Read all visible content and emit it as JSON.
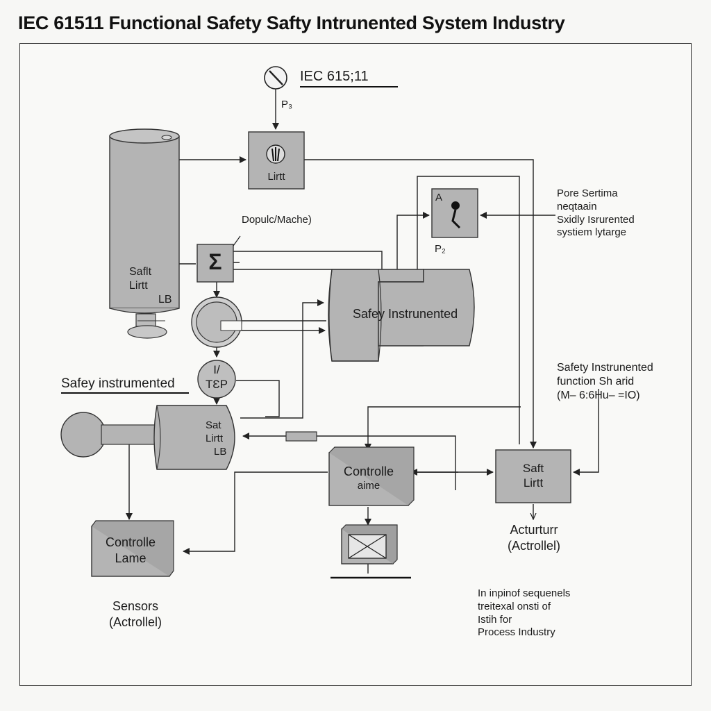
{
  "title": "IEC 61511 Functional Safety Safty Intrunented System Industry",
  "colors": {
    "block_fill": "#b4b4b4",
    "block_stroke": "#333333",
    "line": "#222222",
    "background": "#f9f9f7"
  },
  "labels": {
    "iec_header": "IEC 615;11",
    "p_top": "P₃",
    "top_unit": "Lirtt",
    "p_right": "P₂",
    "doublc_note": "Dopulc/Mache)",
    "vessel_top": {
      "line1": "Saflt",
      "line2": "Lirtt",
      "line3": "LB"
    },
    "safety_instrumented_center": "Safey Instrunented",
    "tep": {
      "line1": "I/",
      "line2": "TƐP"
    },
    "safey_instrumented_left": "Safey instrumented",
    "vessel_bottom": {
      "line1": "Sat",
      "line2": "Lirtt",
      "line3": "LB"
    },
    "controlle_center": {
      "line1": "Controlle",
      "line2": "aime"
    },
    "safe_unit_right": {
      "line1": "Saft",
      "line2": "Lirtt"
    },
    "controlle_left": {
      "line1": "Controlle",
      "line2": "Lame"
    },
    "sensors": {
      "line1": "Sensors",
      "line2": "(Actrollel)"
    },
    "actuator": {
      "line1": "Acturturr",
      "line2": "(Actrollel)"
    },
    "note_top_right": {
      "line1": "Pore Sertima",
      "line2": "neqtaain",
      "line3": "Sxidly Isrurented",
      "line4": "systiem lytarge"
    },
    "note_mid_right": {
      "line1": "Safety Instrunented",
      "line2": "function Sh arid",
      "line3": "(M– 6:6Hu– =IO)"
    },
    "note_bottom_right": {
      "line1": "In inpinof sequenels",
      "line2": "treitexal onsti of",
      "line3": "Istih for",
      "line4": "Process Industry"
    },
    "sigma_symbol": "Σ"
  },
  "icons": {
    "gauge": "pressure-gauge-icon",
    "top_unit_icon": "instrument-icon",
    "a_block_icon": "valve-actuator-icon",
    "output_icon": "crossed-box-icon"
  }
}
